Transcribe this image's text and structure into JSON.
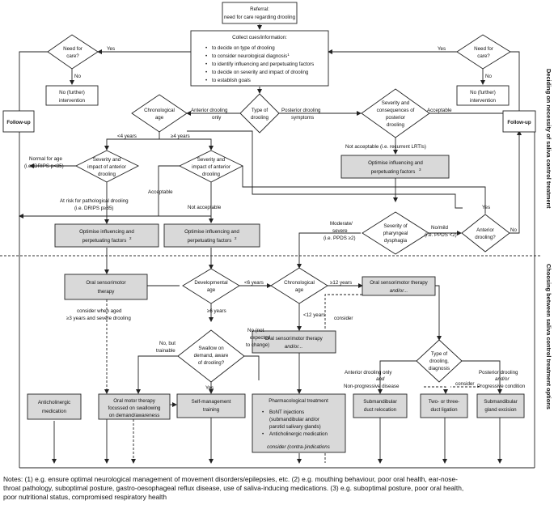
{
  "referral": {
    "line1": "Referral:",
    "line2": "need for care regarding drooling"
  },
  "collect": {
    "title": "Collect cues/information:",
    "items": [
      "to decide on type of drooling",
      "to consider neurological diagnosis",
      "to identify influencing and perpetuating factors",
      "to decide on severity and impact of drooling",
      "to establish goals"
    ],
    "sup": "1"
  },
  "need_care": {
    "line1": "Need for",
    "line2": "care?"
  },
  "yes": "Yes",
  "no": "No",
  "no_intervention": {
    "line1": "No (further)",
    "line2": "intervention"
  },
  "follow_up": "Follow-up",
  "type_drooling": {
    "line1": "Type of",
    "line2": "drooling"
  },
  "anterior_only": {
    "line1": "Anterior drooling",
    "line2": "only"
  },
  "posterior_symptoms": {
    "line1": "Posterior drooling",
    "line2": "symptoms"
  },
  "severity_posterior": {
    "line1": "Severity and",
    "line2": "consequences of",
    "line3": "posterior",
    "line4": "drooling"
  },
  "acceptable": "Acceptable",
  "not_acceptable_lrti": "Not acceptable (i.e. recurrent LRTIs)",
  "chrono_age": {
    "line1": "Chronological",
    "line2": "age"
  },
  "lt4": "<4 years",
  "ge4": "≥4 years",
  "normal_age": {
    "line1": "Normal for age",
    "line2": "(i.e. DRIPS p<85)"
  },
  "severity_anterior": {
    "line1": "Severity and",
    "line2": "impact of anterior",
    "line3": "drooling"
  },
  "risk_path": {
    "line1": "At risk for pathological drooling",
    "line2": "(i.e. DRIPS p≥85)"
  },
  "not_acceptable": "Not acceptable",
  "optimise": {
    "line1": "Optimise influencing and",
    "line2": "perpetuating factors",
    "sup2": "2",
    "sup3": "3"
  },
  "pharyngeal": {
    "line1": "Severity of",
    "line2": "pharyngeal",
    "line3": "dysphagia"
  },
  "moderate_severe": {
    "line1": "Moderate/",
    "line2": "severe",
    "line3": "(i.e. PPDS ≥2)"
  },
  "no_mild": {
    "line1": "No/mild",
    "line2": "(i.e. PPDS <2)"
  },
  "anterior_q": {
    "line1": "Anterior",
    "line2": "drooling?"
  },
  "oral_sensorimotor": {
    "line1": "Oral sensorimotor",
    "line2": "therapy"
  },
  "consider_aged": {
    "line1": "consider when aged",
    "line2": "≥3 years and severe drooling"
  },
  "developmental_age": {
    "line1": "Developmental",
    "line2": "age"
  },
  "lt6": "<6 years",
  "ge6": "≥6 years",
  "ge12": "≥12 years",
  "lt12": "<12 years",
  "consider": "consider",
  "oral_sensorimotor_andor": {
    "line1": "Oral sensorimotor therapy",
    "line2": "and/or..."
  },
  "swallow_q": {
    "line1": "Swallow on",
    "line2": "demand, aware",
    "line3": "of drooling?"
  },
  "no_trainable": {
    "line1": "No, but",
    "line2": "trainable"
  },
  "no_not_expected": {
    "line1": "No (not",
    "line2": "expected",
    "line3": "to change)"
  },
  "type_diagnosis": {
    "line1": "Type of",
    "line2": "drooling,",
    "line3": "diagnosis"
  },
  "anterior_nonprog": {
    "line1": "Anterior drooling only",
    "line2": "and",
    "line3": "Non-progressive disease"
  },
  "posterior_prog": {
    "line1": "Posterior drooling",
    "line2": "and/or",
    "line3": "Progressive condition"
  },
  "anticholinergic": {
    "line1": "Anticholinergic",
    "line2": "medication"
  },
  "oral_motor": {
    "line1": "Oral motor therapy",
    "line2": "focussed on swallowing",
    "line3": "on demand/awareness"
  },
  "self_management": {
    "line1": "Self-management",
    "line2": "training"
  },
  "pharma": {
    "title": "Pharmacological treatment",
    "b1a": "BoNT injections",
    "b1b": "(submandibular and/or",
    "b1c": "parotid salivary glands)",
    "b2": "Anticholinergic medication",
    "note": "consider (contra-)indications"
  },
  "relocation": {
    "line1": "Submandibular",
    "line2": "duct relocation"
  },
  "ligation": {
    "line1": "Two- or three-",
    "line2": "duct ligation"
  },
  "excision": {
    "line1": "Submandibular",
    "line2": "gland excision"
  },
  "side_top": "Deciding on necessity of saliva control treatment",
  "side_bottom": "Choosing between saliva control treatment options",
  "notes": {
    "line1": "Notes: (1) e.g. ensure optimal neurological management of movement disorders/epilepsies, etc. (2) e.g. mouthing behaviour, poor oral health, ear-nose-",
    "line2": "throat pathology, suboptimal posture, gastro-oesophageal reflux disease, use of saliva-inducing medications. (3) e.g. suboptimal posture, poor oral health,",
    "line3": "poor nutritional status, compromised respiratory health"
  }
}
